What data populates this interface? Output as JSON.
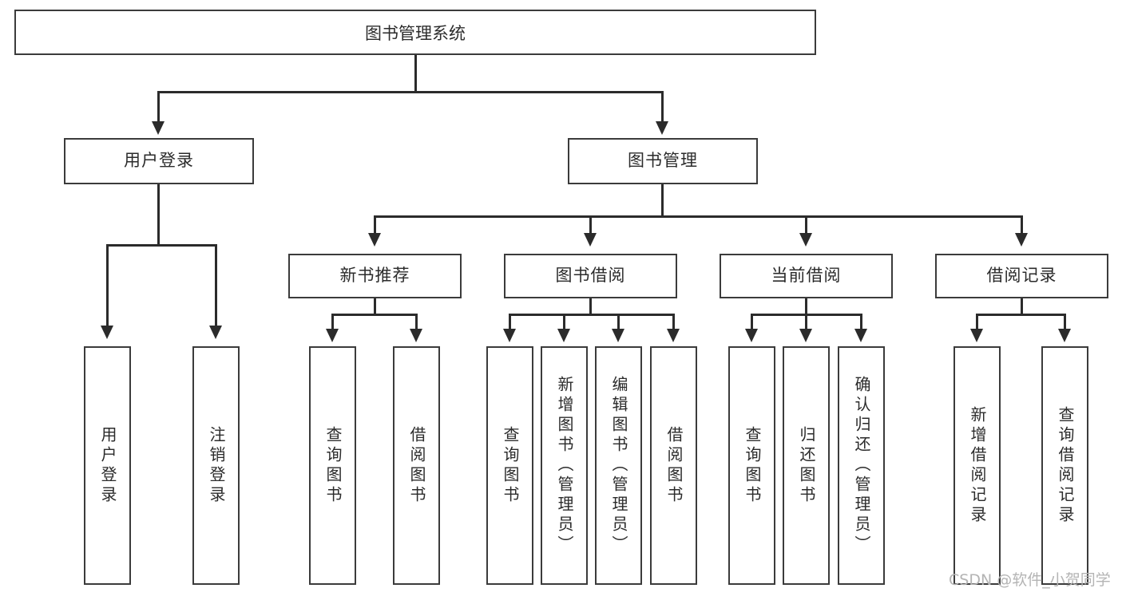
{
  "diagram": {
    "title": "图书管理系统",
    "type": "功能结构图",
    "root": {
      "label": "图书管理系统",
      "orientation": "horizontal"
    },
    "level2": [
      {
        "label": "用户登录",
        "orientation": "horizontal"
      },
      {
        "label": "图书管理",
        "orientation": "horizontal"
      }
    ],
    "level3": [
      {
        "label": "新书推荐",
        "orientation": "horizontal"
      },
      {
        "label": "图书借阅",
        "orientation": "horizontal"
      },
      {
        "label": "当前借阅",
        "orientation": "horizontal"
      },
      {
        "label": "借阅记录",
        "orientation": "horizontal"
      }
    ],
    "leaves": {
      "user_login": [
        {
          "label": "用户登录",
          "orientation": "vertical"
        },
        {
          "label": "注销登录",
          "orientation": "vertical"
        }
      ],
      "new_book_recommend": [
        {
          "label": "查询图书",
          "orientation": "vertical"
        },
        {
          "label": "借阅图书",
          "orientation": "vertical"
        }
      ],
      "book_borrow": [
        {
          "label": "查询图书",
          "orientation": "vertical"
        },
        {
          "label": "新增图书（管理员）",
          "orientation": "vertical"
        },
        {
          "label": "编辑图书（管理员）",
          "orientation": "vertical"
        },
        {
          "label": "借阅图书",
          "orientation": "vertical"
        }
      ],
      "current_borrow": [
        {
          "label": "查询图书",
          "orientation": "vertical"
        },
        {
          "label": "归还图书",
          "orientation": "vertical"
        },
        {
          "label": "确认归还（管理员）",
          "orientation": "vertical"
        }
      ],
      "borrow_record": [
        {
          "label": "新增借阅记录",
          "orientation": "vertical"
        },
        {
          "label": "查询借阅记录",
          "orientation": "vertical"
        }
      ]
    },
    "watermark": "CSDN @软件_小贺同学",
    "colors": {
      "stroke": "#3b3b3b",
      "line": "#2b2b2b",
      "fill": "#ffffff",
      "text": "#2b2b2b",
      "watermark": "#b4b4b4"
    }
  }
}
